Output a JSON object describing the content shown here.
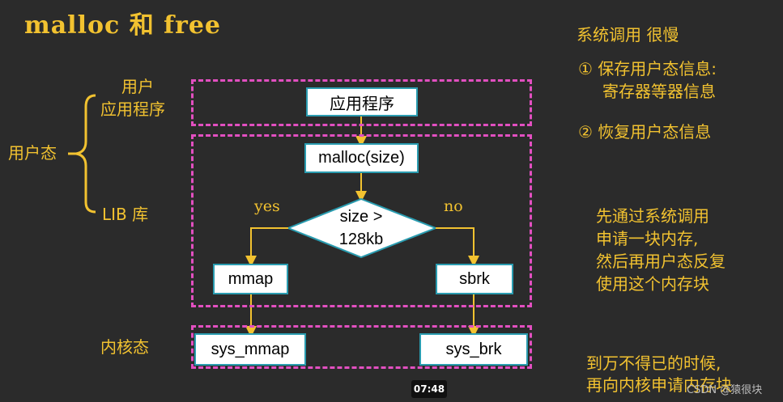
{
  "title": "malloc 和 free",
  "left_labels": {
    "user_app_line1": "用户",
    "user_app_line2": "应用程序",
    "user_mode": "用户态",
    "lib": "LIB 库",
    "kernel_mode": "内核态"
  },
  "nodes": {
    "app": "应用程序",
    "malloc": "malloc(size)",
    "decision_line1": "size >",
    "decision_line2": "128kb",
    "mmap": "mmap",
    "sbrk": "sbrk",
    "sys_mmap": "sys_mmap",
    "sys_brk": "sys_brk"
  },
  "edge_labels": {
    "yes": "yes",
    "no": "no"
  },
  "notes": {
    "syscall_title": "系统调用  很慢",
    "step1_line1": "① 保存用户态信息:",
    "step1_line2": "寄存器等器信息",
    "step2": "② 恢复用户态信息",
    "tip1_line1": "先通过系统调用",
    "tip1_line2": "申请一块内存,",
    "tip1_line3": "然后再用户态反复",
    "tip1_line4": "使用这个内存块",
    "tip2_line1": "到万不得已的时候,",
    "tip2_line2": "再向内核申请内存块"
  },
  "overlay": {
    "time": "07:48",
    "watermark": "CSDN @猿很块"
  },
  "colors": {
    "accent": "#f2c230",
    "dashed": "#e24fc0",
    "box_border": "#2a9cb0",
    "background": "#2b2b2b"
  }
}
